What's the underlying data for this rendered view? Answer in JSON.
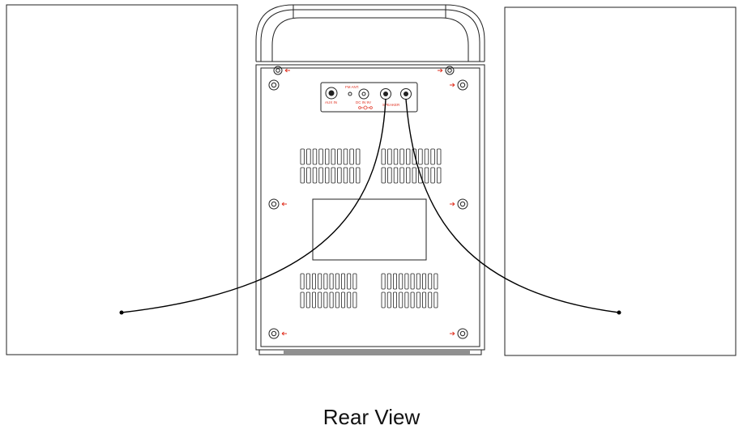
{
  "caption": "Rear View",
  "labels": {
    "aux_in": "AUX IN",
    "fm_ant": "FM ANT.",
    "dc_in": "DC IN 9V",
    "speaker": "SPEAKER"
  },
  "colors": {
    "line": "#000000",
    "label_red": "#e03020",
    "screw_arrow": "#e03020"
  },
  "icons": {
    "screw": "screw-icon",
    "arrow": "arrow-icon",
    "polarity": "dc-polarity-icon"
  }
}
